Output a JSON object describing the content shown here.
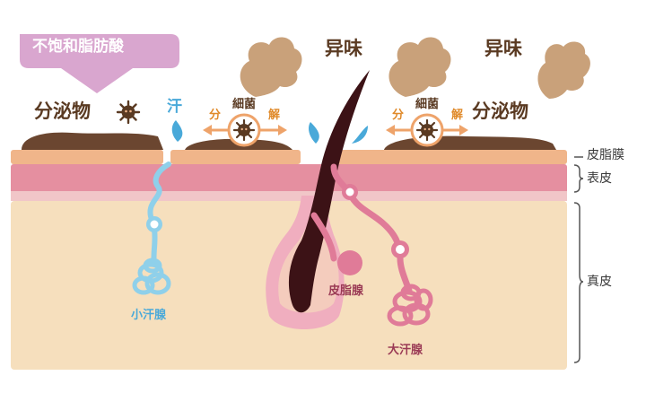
{
  "labels": {
    "unsaturated_fatty_acid": "不饱和脂肪酸",
    "secretion_left": "分泌物",
    "secretion_right": "分泌物",
    "sweat": "汗",
    "bacteria_left": "細菌",
    "bacteria_right": "細菌",
    "decompose_left_a": "分",
    "decompose_left_b": "解",
    "decompose_right_a": "分",
    "decompose_right_b": "解",
    "odor_left": "异味",
    "odor_right": "异味",
    "sebum_film": "皮脂膜",
    "epidermis": "表皮",
    "dermis": "真皮",
    "eccrine_gland": "小汗腺",
    "sebaceous_gland": "皮脂腺",
    "apocrine_gland": "大汗腺"
  },
  "colors": {
    "banner": "#d9a6cf",
    "secretion": "#6b4630",
    "bacteria": "#5a3a22",
    "odor_cloud": "#c9a17a",
    "sweat": "#49a9d9",
    "arrow": "#eea36a",
    "sebum_film": "#f0b58a",
    "epidermis": "#e58fa0",
    "dermis": "#f6dfbd",
    "hair": "#3c1216",
    "follicle": "#f0aebf",
    "gland_pink": "#e07b98",
    "gland_blue": "#8fd0ea"
  }
}
